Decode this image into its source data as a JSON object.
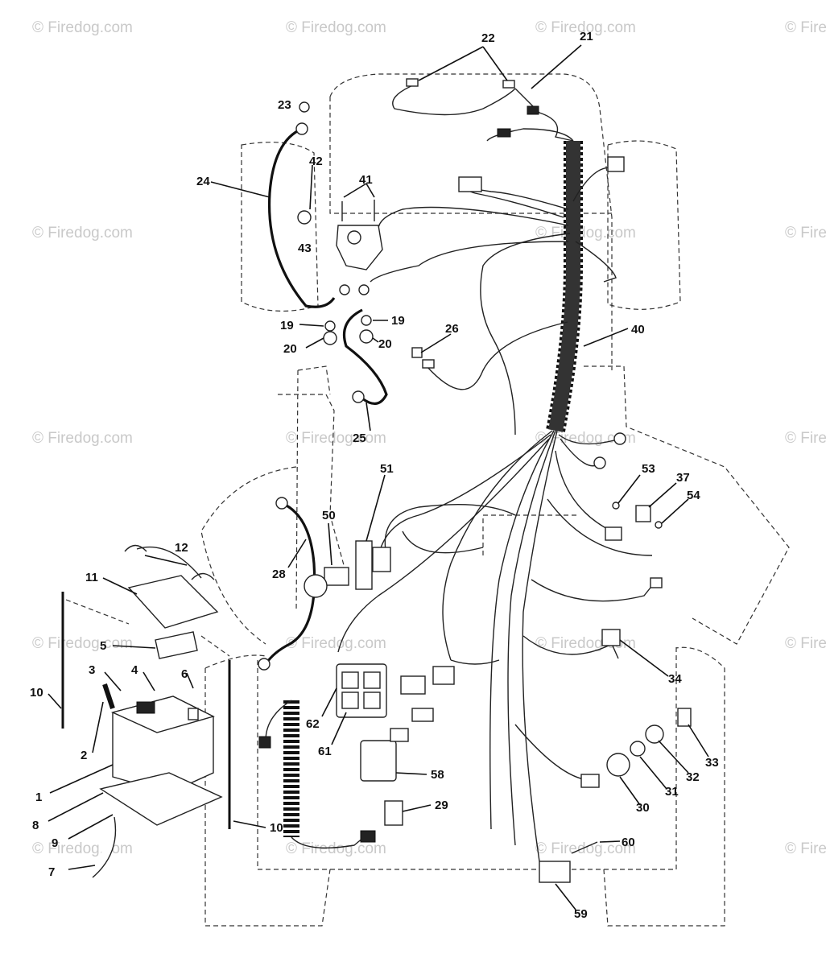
{
  "diagram": {
    "watermark_text": "© Firedog.com",
    "callouts": [
      {
        "id": "c1",
        "text": "1"
      },
      {
        "id": "c2",
        "text": "2"
      },
      {
        "id": "c3",
        "text": "3"
      },
      {
        "id": "c4",
        "text": "4"
      },
      {
        "id": "c5",
        "text": "5"
      },
      {
        "id": "c6",
        "text": "6"
      },
      {
        "id": "c7",
        "text": "7"
      },
      {
        "id": "c8",
        "text": "8"
      },
      {
        "id": "c9",
        "text": "9"
      },
      {
        "id": "c10a",
        "text": "10"
      },
      {
        "id": "c10b",
        "text": "10"
      },
      {
        "id": "c11",
        "text": "11"
      },
      {
        "id": "c12",
        "text": "12"
      },
      {
        "id": "c19a",
        "text": "19"
      },
      {
        "id": "c19b",
        "text": "19"
      },
      {
        "id": "c20a",
        "text": "20"
      },
      {
        "id": "c20b",
        "text": "20"
      },
      {
        "id": "c21",
        "text": "21"
      },
      {
        "id": "c22",
        "text": "22"
      },
      {
        "id": "c23",
        "text": "23"
      },
      {
        "id": "c24",
        "text": "24"
      },
      {
        "id": "c25",
        "text": "25"
      },
      {
        "id": "c26",
        "text": "26"
      },
      {
        "id": "c28",
        "text": "28"
      },
      {
        "id": "c29",
        "text": "29"
      },
      {
        "id": "c30",
        "text": "30"
      },
      {
        "id": "c31",
        "text": "31"
      },
      {
        "id": "c32",
        "text": "32"
      },
      {
        "id": "c33",
        "text": "33"
      },
      {
        "id": "c34",
        "text": "34"
      },
      {
        "id": "c37",
        "text": "37"
      },
      {
        "id": "c40",
        "text": "40"
      },
      {
        "id": "c41",
        "text": "41"
      },
      {
        "id": "c42",
        "text": "42"
      },
      {
        "id": "c43",
        "text": "43"
      },
      {
        "id": "c50",
        "text": "50"
      },
      {
        "id": "c51",
        "text": "51"
      },
      {
        "id": "c53",
        "text": "53"
      },
      {
        "id": "c54",
        "text": "54"
      },
      {
        "id": "c58",
        "text": "58"
      },
      {
        "id": "c59",
        "text": "59"
      },
      {
        "id": "c60",
        "text": "60"
      },
      {
        "id": "c61",
        "text": "61"
      },
      {
        "id": "c62",
        "text": "62"
      }
    ]
  }
}
